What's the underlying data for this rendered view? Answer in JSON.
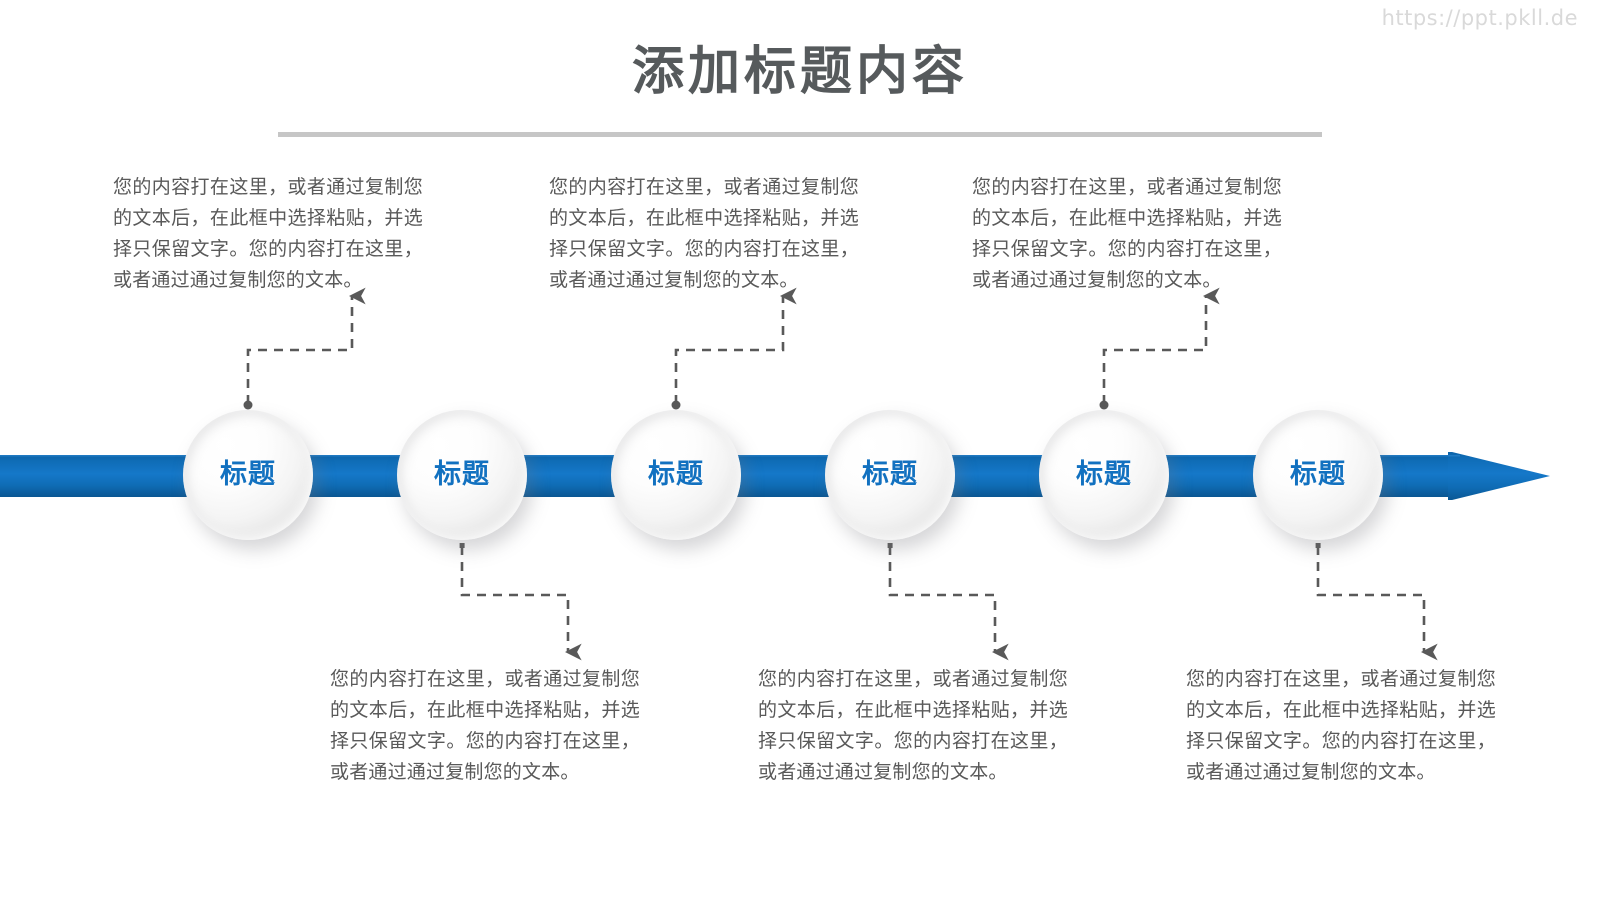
{
  "watermark": "https://ppt.pkll.de",
  "header": {
    "title": "添加标题内容"
  },
  "theme": {
    "accent_blue": "#1271c0",
    "bar_blue_dark": "#0a5c9e",
    "bar_blue_mid": "#1273c3",
    "title_gray": "#565a5c",
    "body_gray": "#595959",
    "rule_gray": "#c6c6c6",
    "connector_gray": "#595959"
  },
  "diagram": {
    "type": "process-arrow-timeline",
    "direction": "left-to-right",
    "node_count": 6,
    "nodes": [
      {
        "label": "标题",
        "callout_side": "top"
      },
      {
        "label": "标题",
        "callout_side": "bottom"
      },
      {
        "label": "标题",
        "callout_side": "top"
      },
      {
        "label": "标题",
        "callout_side": "bottom"
      },
      {
        "label": "标题",
        "callout_side": "top"
      },
      {
        "label": "标题",
        "callout_side": "bottom"
      }
    ],
    "callouts_top": [
      {
        "text": "您的内容打在这里，或者通过复制您的文本后，在此框中选择粘贴，并选择只保留文字。您的内容打在这里，或者通过通过复制您的文本。"
      },
      {
        "text": "您的内容打在这里，或者通过复制您的文本后，在此框中选择粘贴，并选择只保留文字。您的内容打在这里，或者通过通过复制您的文本。"
      },
      {
        "text": "您的内容打在这里，或者通过复制您的文本后，在此框中选择粘贴，并选择只保留文字。您的内容打在这里，或者通过通过复制您的文本。"
      }
    ],
    "callouts_bottom": [
      {
        "text": "您的内容打在这里，或者通过复制您的文本后，在此框中选择粘贴，并选择只保留文字。您的内容打在这里，或者通过通过复制您的文本。"
      },
      {
        "text": "您的内容打在这里，或者通过复制您的文本后，在此框中选择粘贴，并选择只保留文字。您的内容打在这里，或者通过通过复制您的文本。"
      },
      {
        "text": "您的内容打在这里，或者通过复制您的文本后，在此框中选择粘贴，并选择只保留文字。您的内容打在这里，或者通过通过复制您的文本。"
      }
    ]
  }
}
